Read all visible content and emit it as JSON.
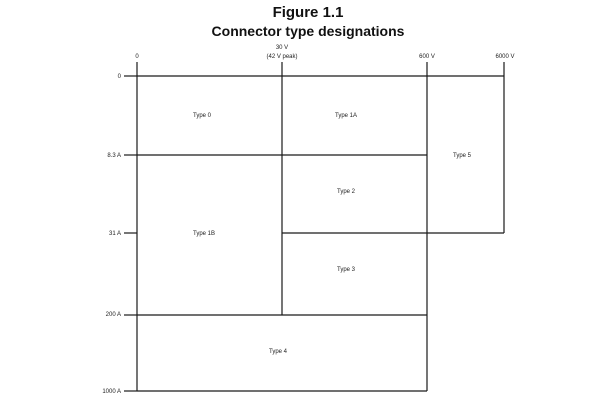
{
  "figure": {
    "number": "Figure 1.1",
    "title": "Connector type designations"
  },
  "voltage_ticks": [
    "0",
    "30 V",
    "(42 V peak)",
    "600 V",
    "6000 V"
  ],
  "current_ticks": [
    "0",
    "8.3 A",
    "31 A",
    "200 A",
    "1000 A"
  ],
  "regions": [
    "Type 0",
    "Type 1A",
    "Type 1B",
    "Type 2",
    "Type 3",
    "Type 4",
    "Type 5"
  ]
}
